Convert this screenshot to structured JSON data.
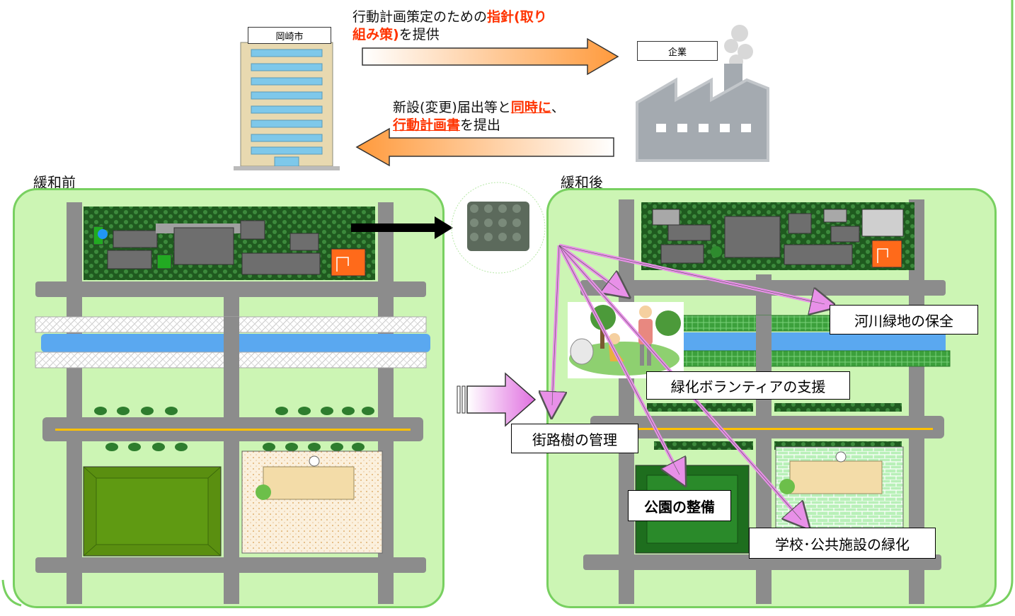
{
  "city_label": "岡崎市",
  "company_label": "企業",
  "arrow_top": {
    "part1": "行動計画策定のための",
    "part2": "指針(取り",
    "part3": "組み策)",
    "part4": "を提供"
  },
  "arrow_bottom": {
    "part1": "新設(変更)届出等と",
    "part2": "同時に",
    "part3": "、",
    "part4": "行動計画書",
    "part5": "を提出"
  },
  "before_title": "緩和前",
  "after_title": "緩和後",
  "labels": {
    "river_green": "河川緑地の保全",
    "volunteer": "緑化ボランティアの支援",
    "street_trees": "街路樹の管理",
    "park": "公園の整備",
    "school": "学校･公共施設の緑化"
  },
  "colors": {
    "panel_fill": "#ccf5b4",
    "panel_border": "#78d060",
    "road": "#8c8c8c",
    "river": "#5aa8f0",
    "highlight": "#ff3300",
    "arrow_orange": "#ff9a3c",
    "pink_arrow": "#e890e8"
  }
}
